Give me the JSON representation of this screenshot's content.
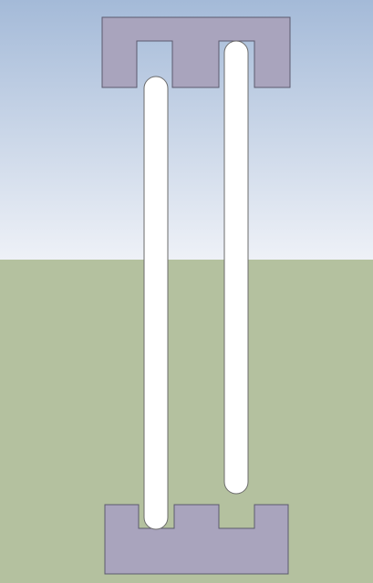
{
  "scene": {
    "colors": {
      "sky_top": "#a4bad8",
      "sky_bottom": "#eef1f7",
      "ground": "#b4c19f",
      "bracket_fill": "#a9a4bd",
      "bracket_stroke": "#5c5a6e",
      "rod_fill": "#ffffff",
      "rod_stroke": "#6b6b6b"
    },
    "objects": [
      "top-bracket",
      "bottom-bracket",
      "rod-left",
      "rod-right"
    ]
  }
}
